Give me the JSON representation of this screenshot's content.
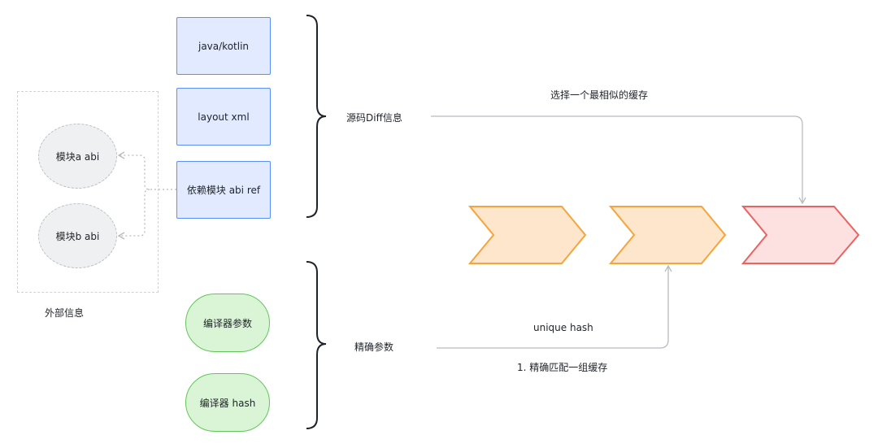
{
  "external": {
    "caption": "外部信息",
    "items": [
      "模块a abi",
      "模块b abi"
    ]
  },
  "sources": [
    "java/kotlin",
    "layout xml",
    "依赖模块 abi ref"
  ],
  "params": [
    "编译器参数",
    "编译器 hash"
  ],
  "labels": {
    "diff": "源码Diff信息",
    "exact": "精确参数",
    "select_similar": "选择一个最相似的缓存",
    "unique_hash": "unique hash",
    "exact_match": "1. 精确匹配一组缓存"
  },
  "colors": {
    "source_fill": "#e1eaff",
    "source_border": "#5b8ff9",
    "param_fill": "#d9f5d6",
    "param_border": "#62c75a",
    "chevron_orange_fill": "#fde6cc",
    "chevron_orange_stroke": "#f7a43a",
    "chevron_red_fill": "#fde0e0",
    "chevron_red_stroke": "#ea6363"
  }
}
